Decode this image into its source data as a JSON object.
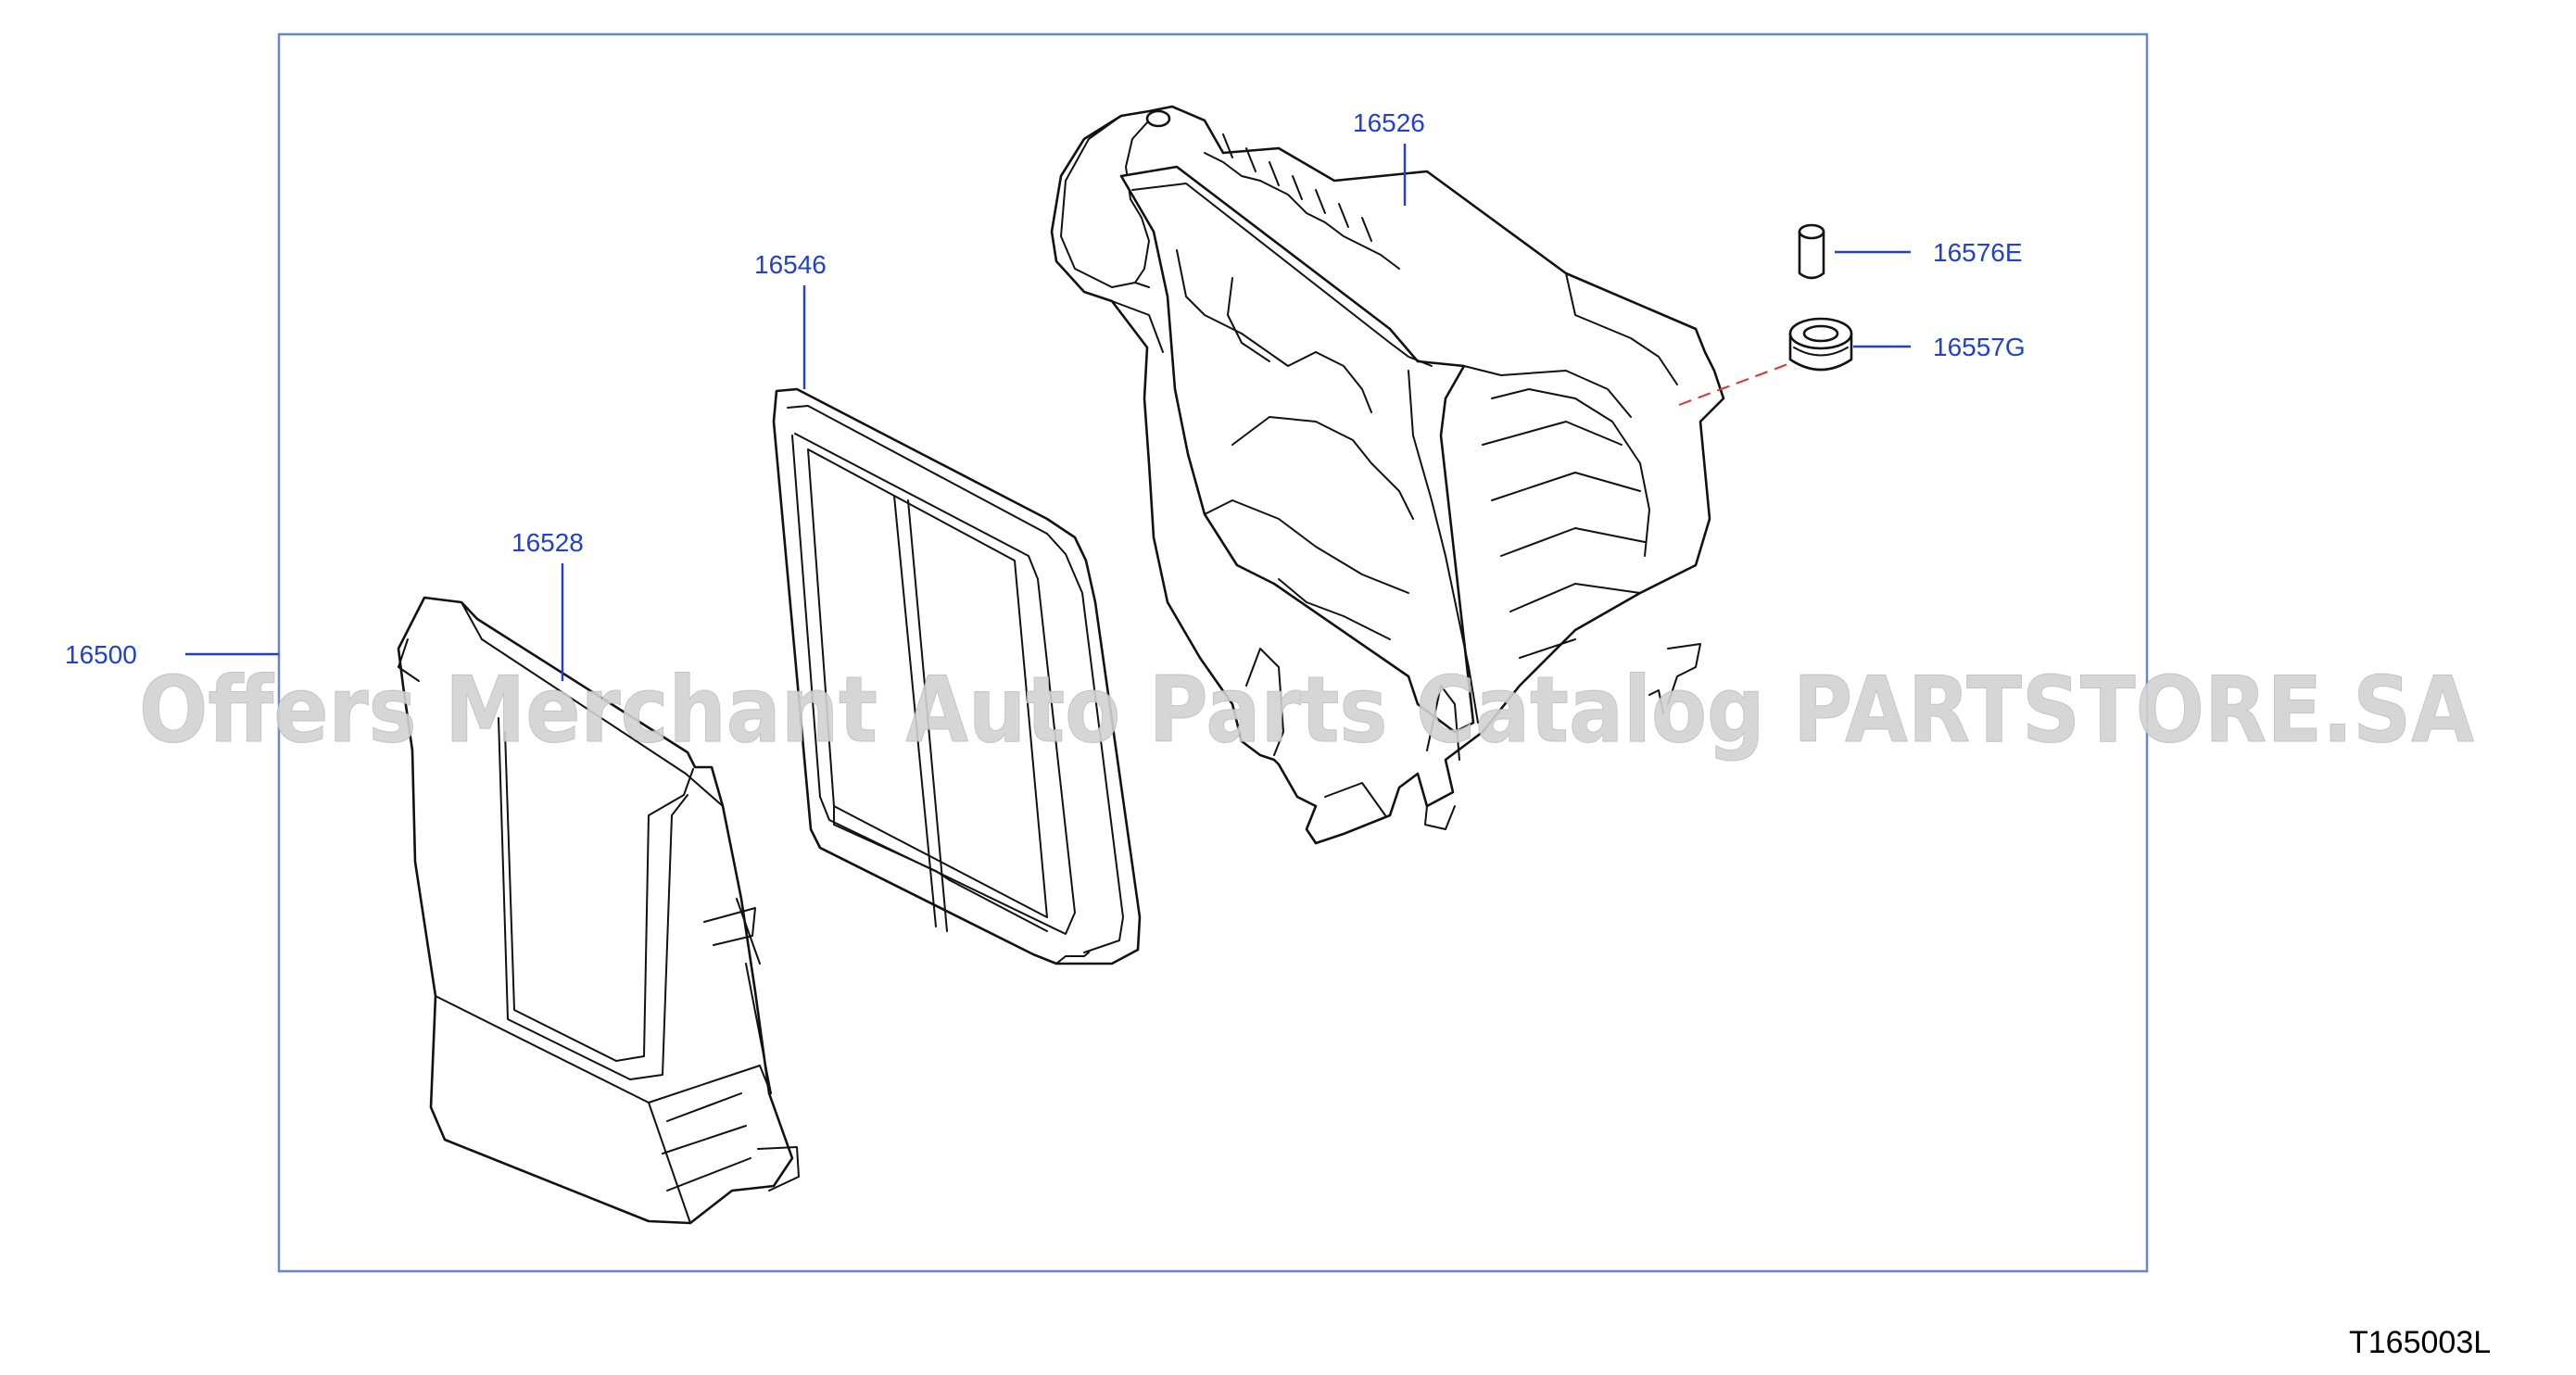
{
  "diagram": {
    "figure_code": "T165003L",
    "watermark": "Offers Merchant Auto Parts Catalog PARTSTORE.SA",
    "callouts": {
      "assembly": "16500",
      "lower_case": "16528",
      "filter_element": "16546",
      "upper_case": "16526",
      "bushing_pin": "16576E",
      "grommet": "16557G"
    }
  }
}
